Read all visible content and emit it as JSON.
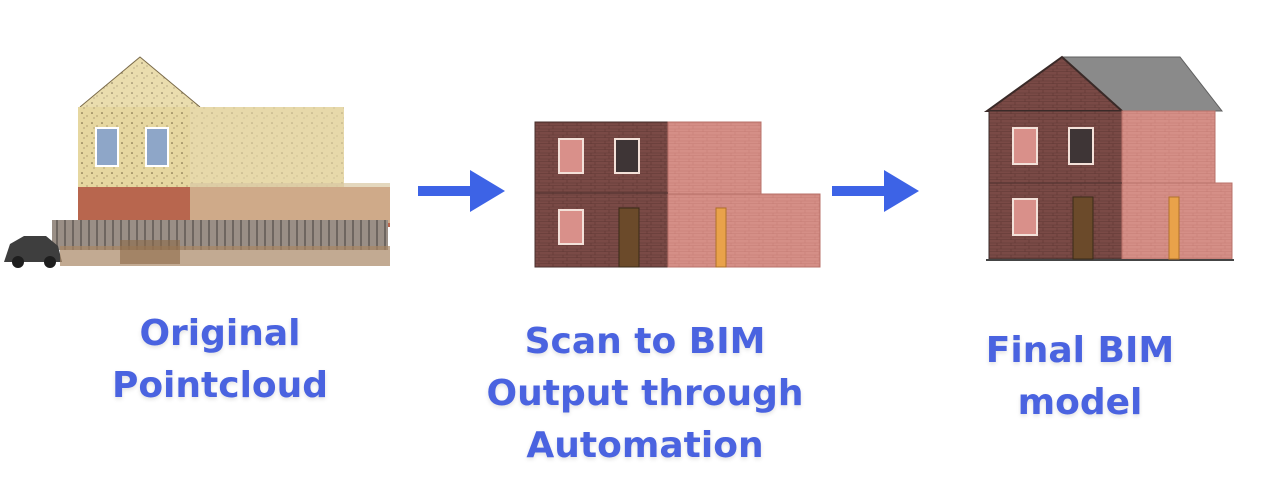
{
  "stages": [
    {
      "id": "pointcloud",
      "caption_lines": [
        "Original",
        "Pointcloud"
      ]
    },
    {
      "id": "scan-to-bim",
      "caption_lines": [
        "Scan to BIM",
        "Output through",
        "Automation"
      ]
    },
    {
      "id": "final-bim",
      "caption_lines": [
        "Final BIM",
        "model"
      ]
    }
  ],
  "colors": {
    "caption": "#4a63e0",
    "arrow": "#3d63e6",
    "brick_dark": "#7a4a46",
    "brick_light": "#d58f87",
    "roof": "#8a8a8a",
    "door": "#6b4a2a",
    "door_light": "#e9a24a"
  }
}
